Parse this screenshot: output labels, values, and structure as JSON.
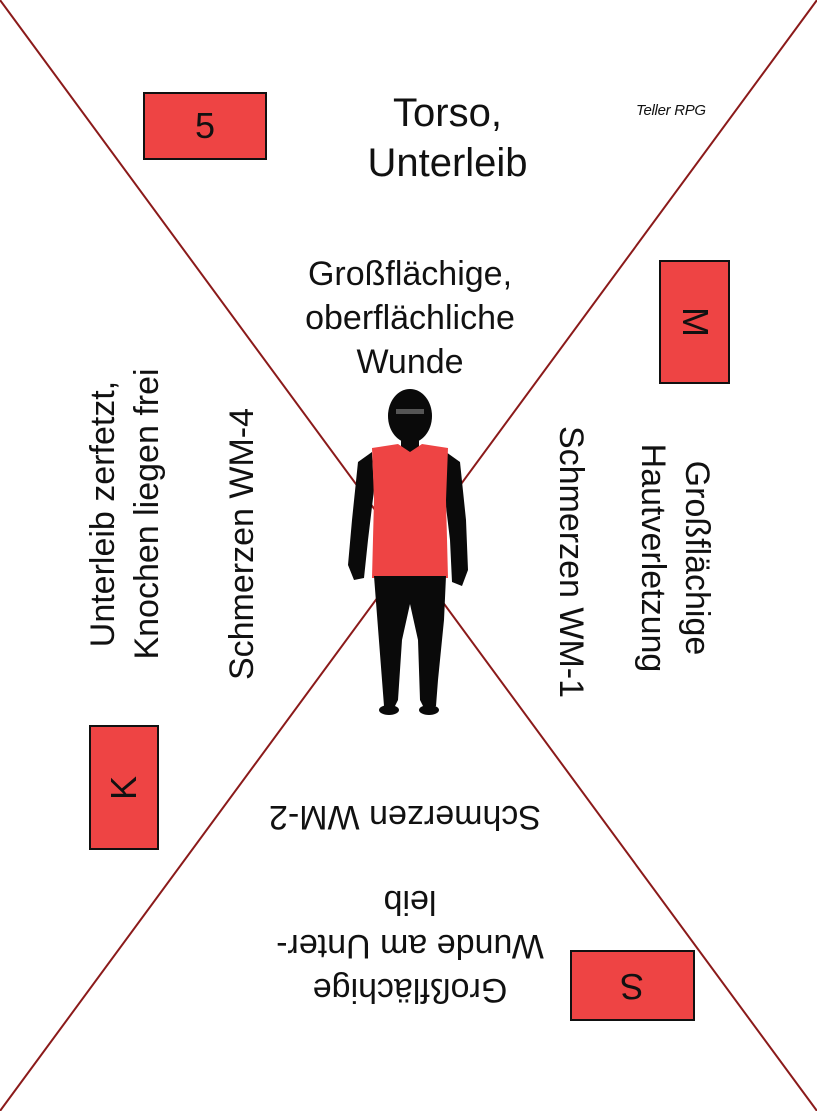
{
  "card": {
    "title_line1": "Torso,",
    "title_line2": "Unterleib",
    "brand": "Teller RPG",
    "colors": {
      "accent": "#ee4444",
      "line": "#8b1a1a",
      "figure": "#0a0a0a"
    }
  },
  "severity_boxes": {
    "top_left": "5",
    "right": "M",
    "left": "K",
    "bottom": "S"
  },
  "wounds": {
    "top_line1": "Großflächige,",
    "top_line2": "oberflächliche",
    "top_line3": "Wunde",
    "right_line1": "Großflächige",
    "right_line2": "Hautverletzung",
    "right_effect": "Schmerzen WM-1",
    "left_line1": "Unterleib zerfetzt,",
    "left_line2": "Knochen liegen frei",
    "left_effect": "Schmerzen WM-4",
    "bottom_line1": "Großflächige",
    "bottom_line2": "Wunde am Unter-",
    "bottom_line3": "leib",
    "bottom_effect": "Schmerzen WM-2"
  }
}
